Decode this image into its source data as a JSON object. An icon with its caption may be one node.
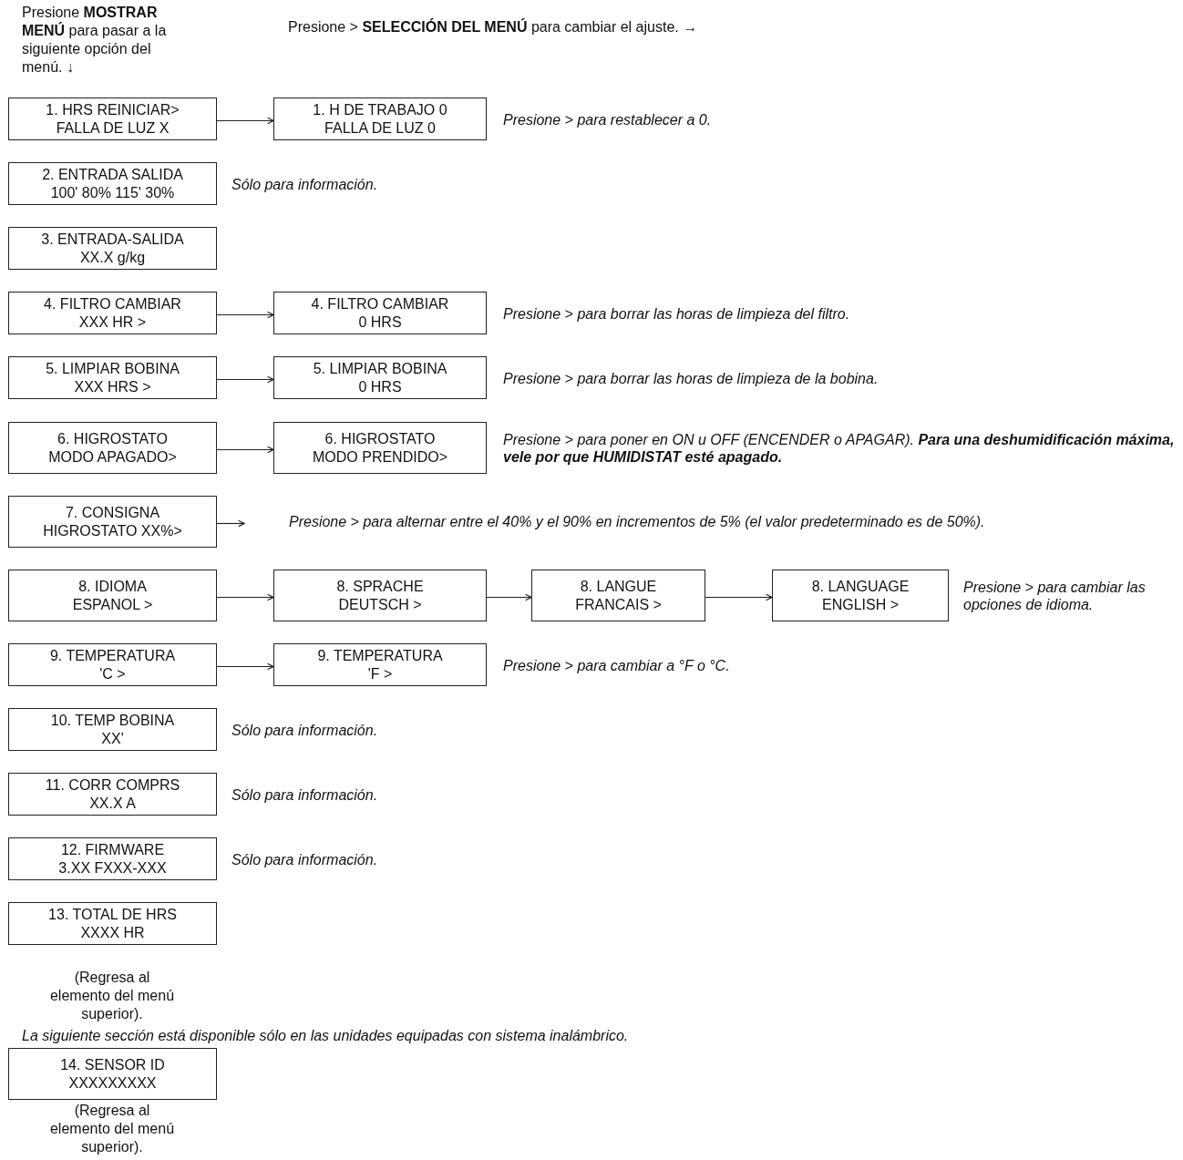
{
  "diagram": {
    "nodes": [
      {
        "text": [
          "1. HRS REINICIAR>",
          "FALLA DE LUZ X"
        ]
      },
      {
        "text": [
          "1. H DE TRABAJO 0",
          "FALLA DE LUZ 0"
        ],
        "beside": [
          "Presione > para restablecer a 0."
        ]
      },
      {
        "text": [
          "2. ENTRADA SALIDA",
          "100' 80% 115' 30%"
        ],
        "beside": [
          "Sólo para información."
        ]
      },
      {
        "text": [
          "3. ENTRADA-SALIDA",
          "XX.X g/kg"
        ]
      },
      {
        "text": [
          "4. FILTRO CAMBIAR",
          "XXX HR >"
        ]
      },
      {
        "text": [
          "4. FILTRO CAMBIAR",
          "0 HRS"
        ],
        "beside": [
          "Presione > para borrar las horas de limpieza del filtro."
        ]
      },
      {
        "text": [
          "5. LIMPIAR BOBINA",
          "XXX HRS >"
        ]
      },
      {
        "text": [
          "5. LIMPIAR BOBINA",
          "0 HRS"
        ],
        "beside": [
          "Presione > para borrar las horas de limpieza de la bobina."
        ]
      },
      {
        "text": [
          "6. HIGROSTATO",
          "MODO APAGADO>"
        ]
      },
      {
        "text": [
          "6. HIGROSTATO",
          "MODO PRENDIDO>"
        ],
        "beside": [
          "Presione > para poner en ON u OFF (ENCENDER o APAGAR). **Para una deshumidificación máxima, vele por que HUMIDISTAT esté apagado.**"
        ]
      },
      {
        "text": [
          "7. CONSIGNA",
          "HIGROSTATO XX%>"
        ]
      },
      {
        "text": [
          "8. IDIOMA",
          "ESPANOL >"
        ]
      },
      {
        "text": [
          "8. SPRACHE",
          "DEUTSCH >"
        ]
      },
      {
        "text": [
          "8. LANGUE",
          "FRANCAIS >"
        ]
      },
      {
        "text": [
          "8. LANGUAGE",
          "ENGLISH >"
        ],
        "beside": [
          "Presione > para cambiar las opciones de idioma."
        ]
      },
      {
        "text": [
          "9. TEMPERATURA",
          "'C >"
        ]
      },
      {
        "text": [
          "9. TEMPERATURA",
          "'F >"
        ],
        "beside": [
          "Presione > para cambiar a °F o °C."
        ]
      },
      {
        "text": [
          "10. TEMP BOBINA",
          "XX'"
        ],
        "beside": [
          "Sólo para información."
        ]
      },
      {
        "text": [
          "11. CORR COMPRS",
          "XX.X A"
        ],
        "beside": [
          "Sólo para información."
        ]
      },
      {
        "text": [
          "12. FIRMWARE",
          "3.XX FXXX-XXX"
        ],
        "beside": [
          "Sólo para información."
        ]
      },
      {
        "text": [
          "13. TOTAL DE HRS",
          "XXXX HR"
        ]
      },
      {
        "text": [
          "14. SENSOR ID",
          "XXXXXXXXX"
        ]
      }
    ],
    "edges": [
      {
        "from": 0,
        "to": 1,
        "arrow": "to"
      },
      {
        "from": 4,
        "to": 5,
        "arrow": "to"
      },
      {
        "from": 6,
        "to": 7,
        "arrow": "to"
      },
      {
        "from": 8,
        "to": 9,
        "arrow": "to"
      },
      {
        "from": 10,
        "to": null,
        "arrow": "to"
      },
      {
        "from": 11,
        "to": 12,
        "arrow": "to"
      },
      {
        "from": 12,
        "to": 13,
        "arrow": "to"
      },
      {
        "from": 13,
        "to": 14,
        "arrow": "to"
      },
      {
        "from": 15,
        "to": 16,
        "arrow": "to"
      }
    ],
    "labels": [
      "Presione **MOSTRAR MENÚ** para pasar a la siguiente opción del menú. ↓",
      "Presione > **SELECCIÓN DEL MENÚ** para cambiar el ajuste. →",
      "Presione > para alternar entre el 40% y el 90% en incrementos de 5% (el valor predeterminado es de 50%).",
      "(Regresa al elemento del menú superior).",
      "La siguiente sección está disponible sólo en las unidades equipadas con sistema inalámbrico.",
      "(Regresa al elemento del menú superior)."
    ]
  }
}
